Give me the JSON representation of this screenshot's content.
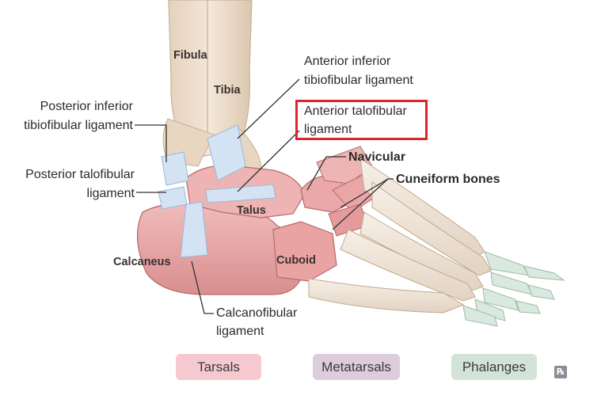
{
  "labels": {
    "fibula": "Fibula",
    "tibia": "Tibia",
    "talus": "Talus",
    "calcaneus": "Calcaneus",
    "cuboid": "Cuboid",
    "anterior_inferior_tibiofibular_1": "Anterior inferior",
    "anterior_inferior_tibiofibular_2": "tibiofibular ligament",
    "anterior_talofibular_1": "Anterior talofibular",
    "anterior_talofibular_2": "ligament",
    "posterior_inferior_tibiofibular_1": "Posterior inferior",
    "posterior_inferior_tibiofibular_2": "tibiofibular ligament",
    "posterior_talofibular_1": "Posterior talofibular",
    "posterior_talofibular_2": "ligament",
    "navicular": "Navicular",
    "cuneiform": "Cuneiform bones",
    "calcanofibular_1": "Calcanofibular",
    "calcanofibular_2": "ligament"
  },
  "legend": [
    {
      "label": "Tarsals",
      "color": "#f6c9d1"
    },
    {
      "label": "Metatarsals",
      "color": "#dcccdc"
    },
    {
      "label": "Phalanges",
      "color": "#d3e3da"
    }
  ],
  "badge": "℞",
  "colors": {
    "tarsal_bone": "#e8a6a6",
    "metatarsal_bone": "#efe3d6",
    "leg_bone": "#ead9c5",
    "ligament": "#cfe0f2",
    "highlight": "#e0242b"
  }
}
